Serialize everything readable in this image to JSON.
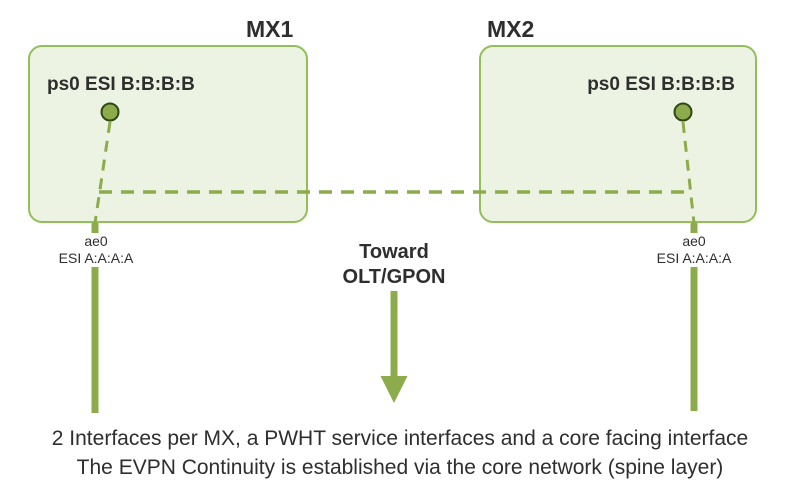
{
  "colors": {
    "green": "#8CAC4B",
    "box_border": "#93BF5A",
    "box_fill": "#EDF3E2",
    "node_stroke": "#2E4713",
    "text": "#2E2E2E"
  },
  "devices": {
    "mx1": {
      "title": "MX1",
      "ps_label": "ps0 ESI B:B:B:B",
      "port_name": "ae0",
      "port_esi": "ESI A:A:A:A"
    },
    "mx2": {
      "title": "MX2",
      "ps_label": "ps0 ESI B:B:B:B",
      "port_name": "ae0",
      "port_esi": "ESI A:A:A:A"
    }
  },
  "toward": {
    "line1": "Toward",
    "line2": "OLT/GPON"
  },
  "caption": {
    "line1": "2 Interfaces per MX, a PWHT service interfaces and a core facing interface",
    "line2": "The EVPN Continuity is established via the core network (spine layer)"
  }
}
